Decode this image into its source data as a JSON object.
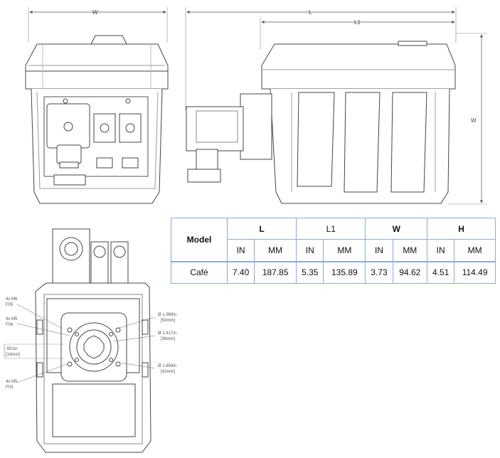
{
  "drawing": {
    "front_w_label": "W",
    "side_l_label": "L",
    "side_l1_label": "L1",
    "side_w_label": "W",
    "bottom_labels": [
      {
        "line1": "4x M6",
        "line2": "F05"
      },
      {
        "line1": "4x M5",
        "line2": "F04"
      },
      {
        "line1": ".551in",
        "line2": "[14mm]"
      },
      {
        "line1": "4x M5",
        "line2": "F03"
      }
    ],
    "bottom_dims": [
      {
        "line1": "Ø 1.969in",
        "line2": "[50mm]"
      },
      {
        "line1": "Ø 1.417in",
        "line2": "[36mm]"
      },
      {
        "line1": "Ø 1.654in",
        "line2": "[42mm]"
      }
    ]
  },
  "table": {
    "model_header": "Model",
    "groups": [
      "L",
      "L1",
      "W",
      "H"
    ],
    "units": [
      "IN",
      "MM",
      "IN",
      "MM",
      "IN",
      "MM",
      "IN",
      "MM"
    ],
    "rows": [
      {
        "model": "Café",
        "values": [
          "7.40",
          "187.85",
          "5.35",
          "135.89",
          "3.73",
          "94.62",
          "4.51",
          "114.49"
        ]
      }
    ]
  }
}
